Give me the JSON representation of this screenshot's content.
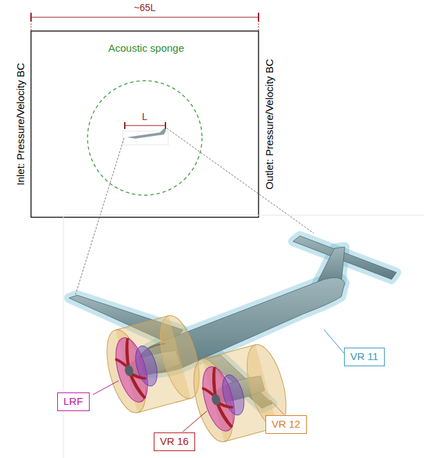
{
  "diagram": {
    "nodes": [
      {
        "text": [
          "LRF"
        ]
      },
      {
        "text": [
          "VR 16"
        ]
      },
      {
        "text": [
          "VR 12"
        ]
      },
      {
        "text": [
          "VR 11"
        ]
      }
    ],
    "labels": [
      "~65L",
      "Inlet: Pressure/Velocity BC",
      "Outlet: Pressure/Velocity BC",
      "Acoustic sponge",
      "L"
    ]
  }
}
